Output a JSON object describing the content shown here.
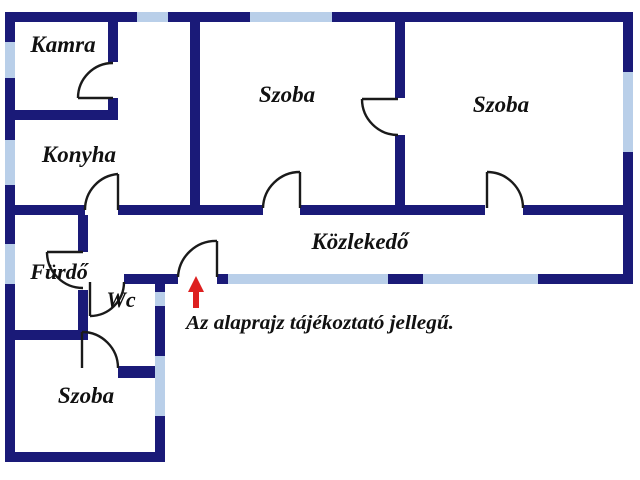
{
  "plan": {
    "rooms": [
      {
        "id": "kamra",
        "label": "Kamra"
      },
      {
        "id": "konyha",
        "label": "Konyha"
      },
      {
        "id": "szoba_top_middle",
        "label": "Szoba"
      },
      {
        "id": "szoba_top_right",
        "label": "Szoba"
      },
      {
        "id": "kozlekedo",
        "label": "Közlekedő"
      },
      {
        "id": "furdo",
        "label": "Fürdő"
      },
      {
        "id": "wc",
        "label": "Wc"
      },
      {
        "id": "szoba_bottom_left",
        "label": "Szoba"
      }
    ],
    "caption": "Az alaprajz tájékoztató jellegű.",
    "entrance_arrow": {
      "direction": "up",
      "color": "#dd2020"
    }
  },
  "colors": {
    "wall": "#1a1a78",
    "window": "#b9cfe9",
    "door": "#1a1a1a",
    "arrow": "#dd2020",
    "text": "#111111",
    "background": "#ffffff"
  }
}
